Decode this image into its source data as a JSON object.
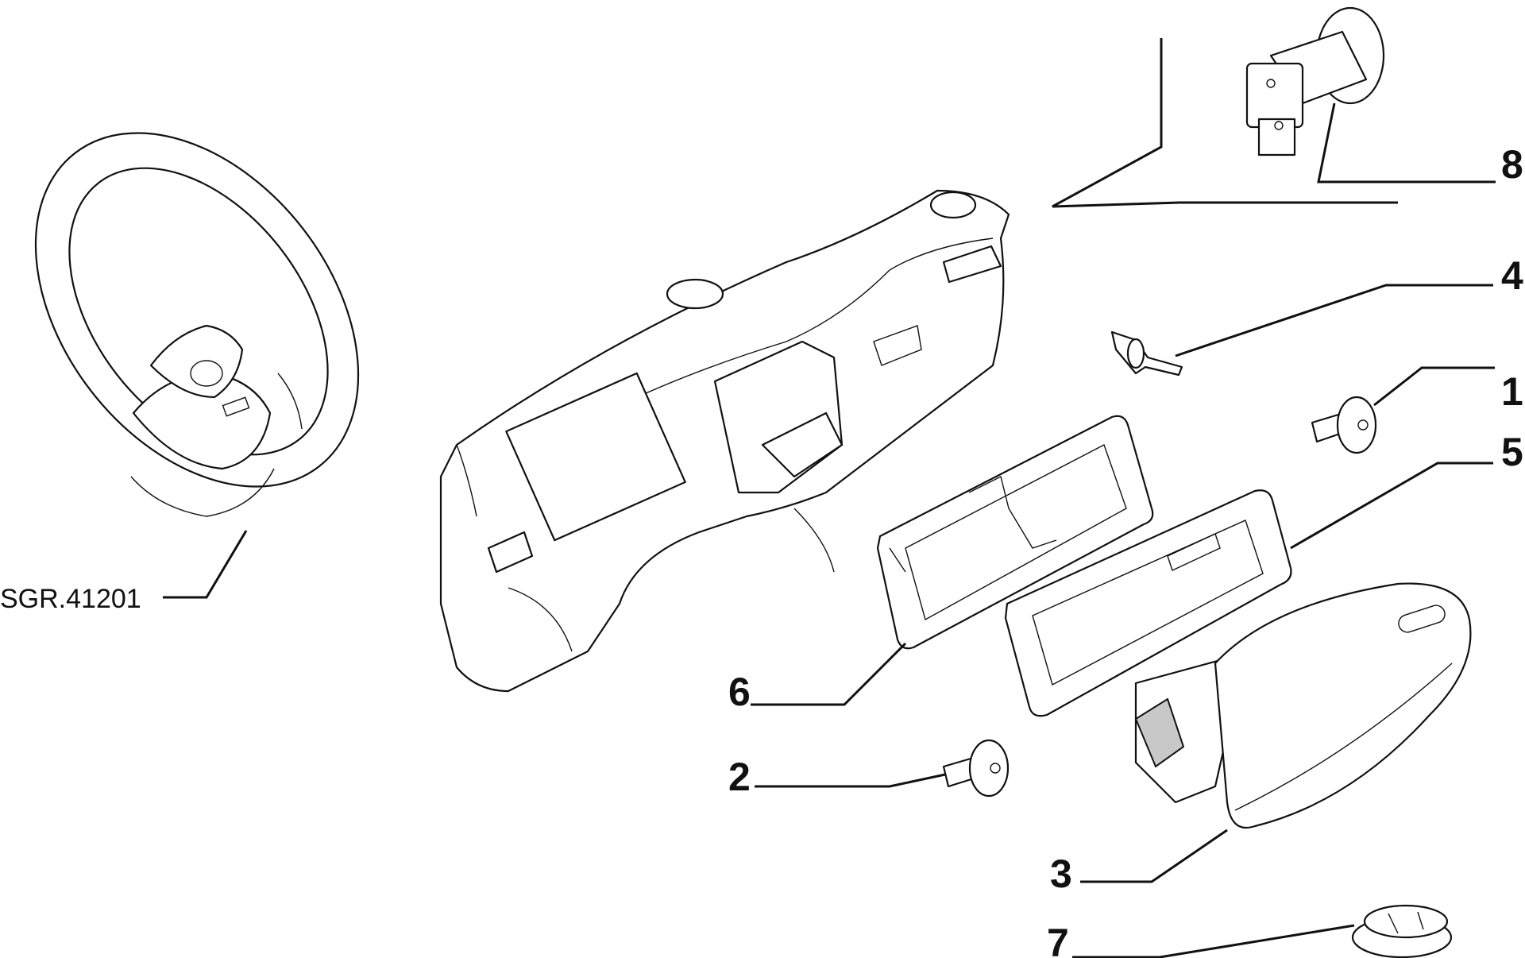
{
  "reference_label": "SGR.41201",
  "callouts": [
    {
      "number": "1",
      "part_icon": "screw-icon"
    },
    {
      "number": "2",
      "part_icon": "screw-icon"
    },
    {
      "number": "3",
      "part_icon": "airbag-module-icon"
    },
    {
      "number": "4",
      "part_icon": "clip-icon"
    },
    {
      "number": "5",
      "part_icon": "frame-icon"
    },
    {
      "number": "6",
      "part_icon": "bracket-icon"
    },
    {
      "number": "7",
      "part_icon": "cap-icon"
    },
    {
      "number": "8",
      "part_icon": "switch-icon"
    }
  ]
}
